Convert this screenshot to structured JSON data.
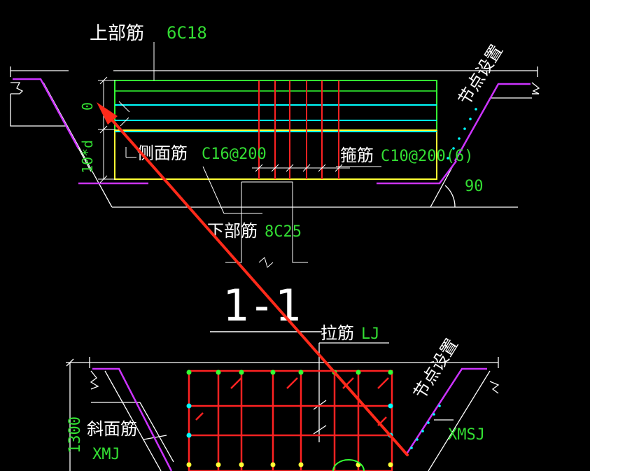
{
  "colors": {
    "background": "#000000",
    "line_white": "#ffffff",
    "rebar_green": "#33ff33",
    "rebar_cyan": "#00ffff",
    "rebar_red": "#ff2222",
    "rebar_yellow": "#ffff33",
    "rebar_magenta": "#cc33ff",
    "text_green": "#33dd33",
    "annotation_arrow": "#ff2a1a"
  },
  "section_top": {
    "label_top_bar": "上部筋",
    "value_top_bar": "6C18",
    "label_side_bar": "侧面筋",
    "value_side_bar": "C16@200",
    "label_stirrup": "箍筋",
    "value_stirrup": "C10@200(6)",
    "label_bottom_bar": "下部筋",
    "value_bottom_bar": "8C25",
    "dim_zero": "0",
    "dim_10d": "10*d",
    "angle_90": "90",
    "node_setting": "节点设置"
  },
  "section_title": "1-1",
  "section_bottom": {
    "label_tie": "拉筋",
    "value_tie": "LJ",
    "dim_1300": "1300",
    "label_slope_bar": "斜面筋",
    "value_slope_bar": "XMJ",
    "value_xmsj": "XMSJ",
    "node_setting": "节点设置"
  },
  "icons": {
    "red_arrow": "annotation-arrow-icon"
  }
}
